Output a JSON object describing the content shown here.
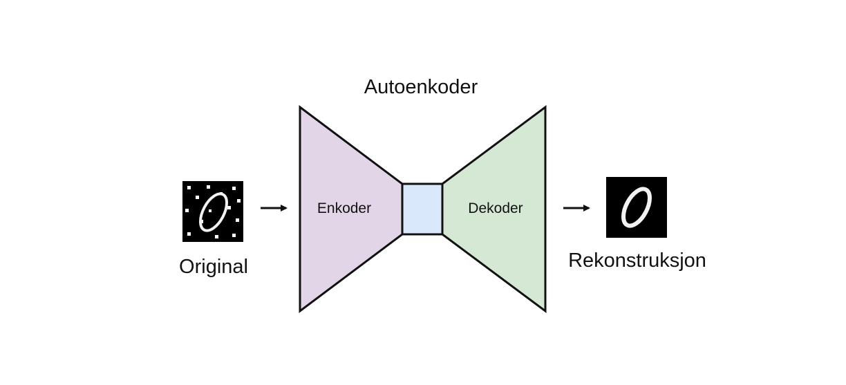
{
  "title": "Autoenkoder",
  "encoder": {
    "label": "Enkoder",
    "fill": "#e2d5e8"
  },
  "latent": {
    "fill": "#dae8fc"
  },
  "decoder": {
    "label": "Dekoder",
    "fill": "#d5e8d4"
  },
  "input_image": {
    "label": "Original",
    "icon": "noisy-digit-zero-image"
  },
  "output_image": {
    "label": "Rekonstruksjon",
    "icon": "digit-zero-image"
  },
  "colors": {
    "stroke": "#111111",
    "background": "#ffffff"
  }
}
